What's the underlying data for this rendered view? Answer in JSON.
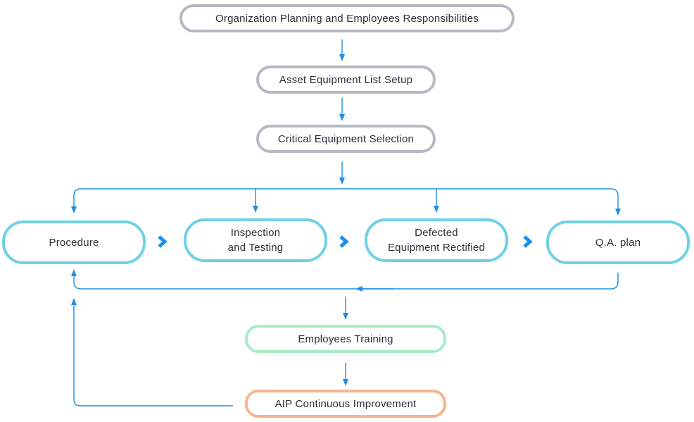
{
  "nodes": {
    "org_planning": "Organization Planning and Employees Responsibilities",
    "asset_list": "Asset Equipment List Setup",
    "critical_selection": "Critical Equipment Selection",
    "procedure": "Procedure",
    "inspection": "Inspection\nand Testing",
    "defected": "Defected\nEquipment Rectified",
    "qa_plan": "Q.A. plan",
    "training": "Employees Training",
    "aip": "AIP Continuous Improvement"
  },
  "colors": {
    "arrow": "#1e8fe8",
    "chevron": "#1e8fe8",
    "gray_border": "#b6b9c3",
    "cyan_border": "#6fd2e4",
    "green_border": "#a7ecc6",
    "orange_border": "#f7b48c",
    "text": "#2b2f36"
  }
}
